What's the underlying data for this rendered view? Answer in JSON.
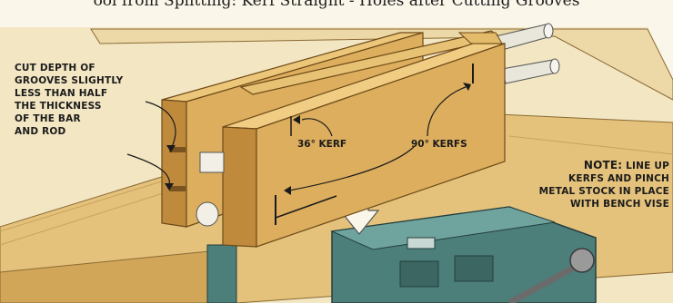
{
  "caption": "ool from Splitting: Kerf Straight - Holes after Cutting Grooves",
  "note_left": {
    "lines": [
      "CUT DEPTH OF",
      "GROOVES SLIGHTLY",
      "LESS THAN HALF",
      "THE THICKNESS",
      "OF THE BAR",
      "AND ROD"
    ]
  },
  "labels": {
    "kerf_36": "36° KERF",
    "kerf_90": "90° KERFS"
  },
  "note_right": {
    "heading": "NOTE:",
    "line1_rest": "LINE UP",
    "line2": "KERFS AND PINCH",
    "line3": "METAL STOCK IN PLACE",
    "line4": "WITH BENCH VISE"
  },
  "colors": {
    "wood": "#dcae5d",
    "wood_dark": "#b98236",
    "bench": "#e2c07a",
    "vise": "#3c6e6a",
    "rod": "#e9e6dc"
  }
}
